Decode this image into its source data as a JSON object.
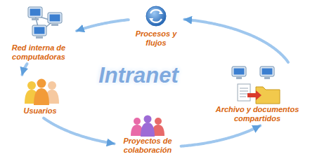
{
  "diagram": {
    "title": "Intranet",
    "nodes": [
      {
        "text": [
          "Procesos y flujos"
        ]
      },
      {
        "text": [
          "Red interna de computadoras"
        ]
      },
      {
        "text": [
          "Usuarios"
        ]
      },
      {
        "text": [
          "Archivo y documentos compartidos"
        ]
      },
      {
        "text": [
          "Proyectos de colaboración"
        ]
      }
    ],
    "edges": [
      {
        "from": 1,
        "to": 2,
        "arrow": "to"
      },
      {
        "from": 2,
        "to": 4,
        "arrow": "to"
      },
      {
        "from": 4,
        "to": 3,
        "arrow": "to"
      },
      {
        "from": 3,
        "to": 0,
        "arrow": "to"
      },
      {
        "from": 0,
        "to": 1,
        "arrow": "to"
      }
    ]
  }
}
